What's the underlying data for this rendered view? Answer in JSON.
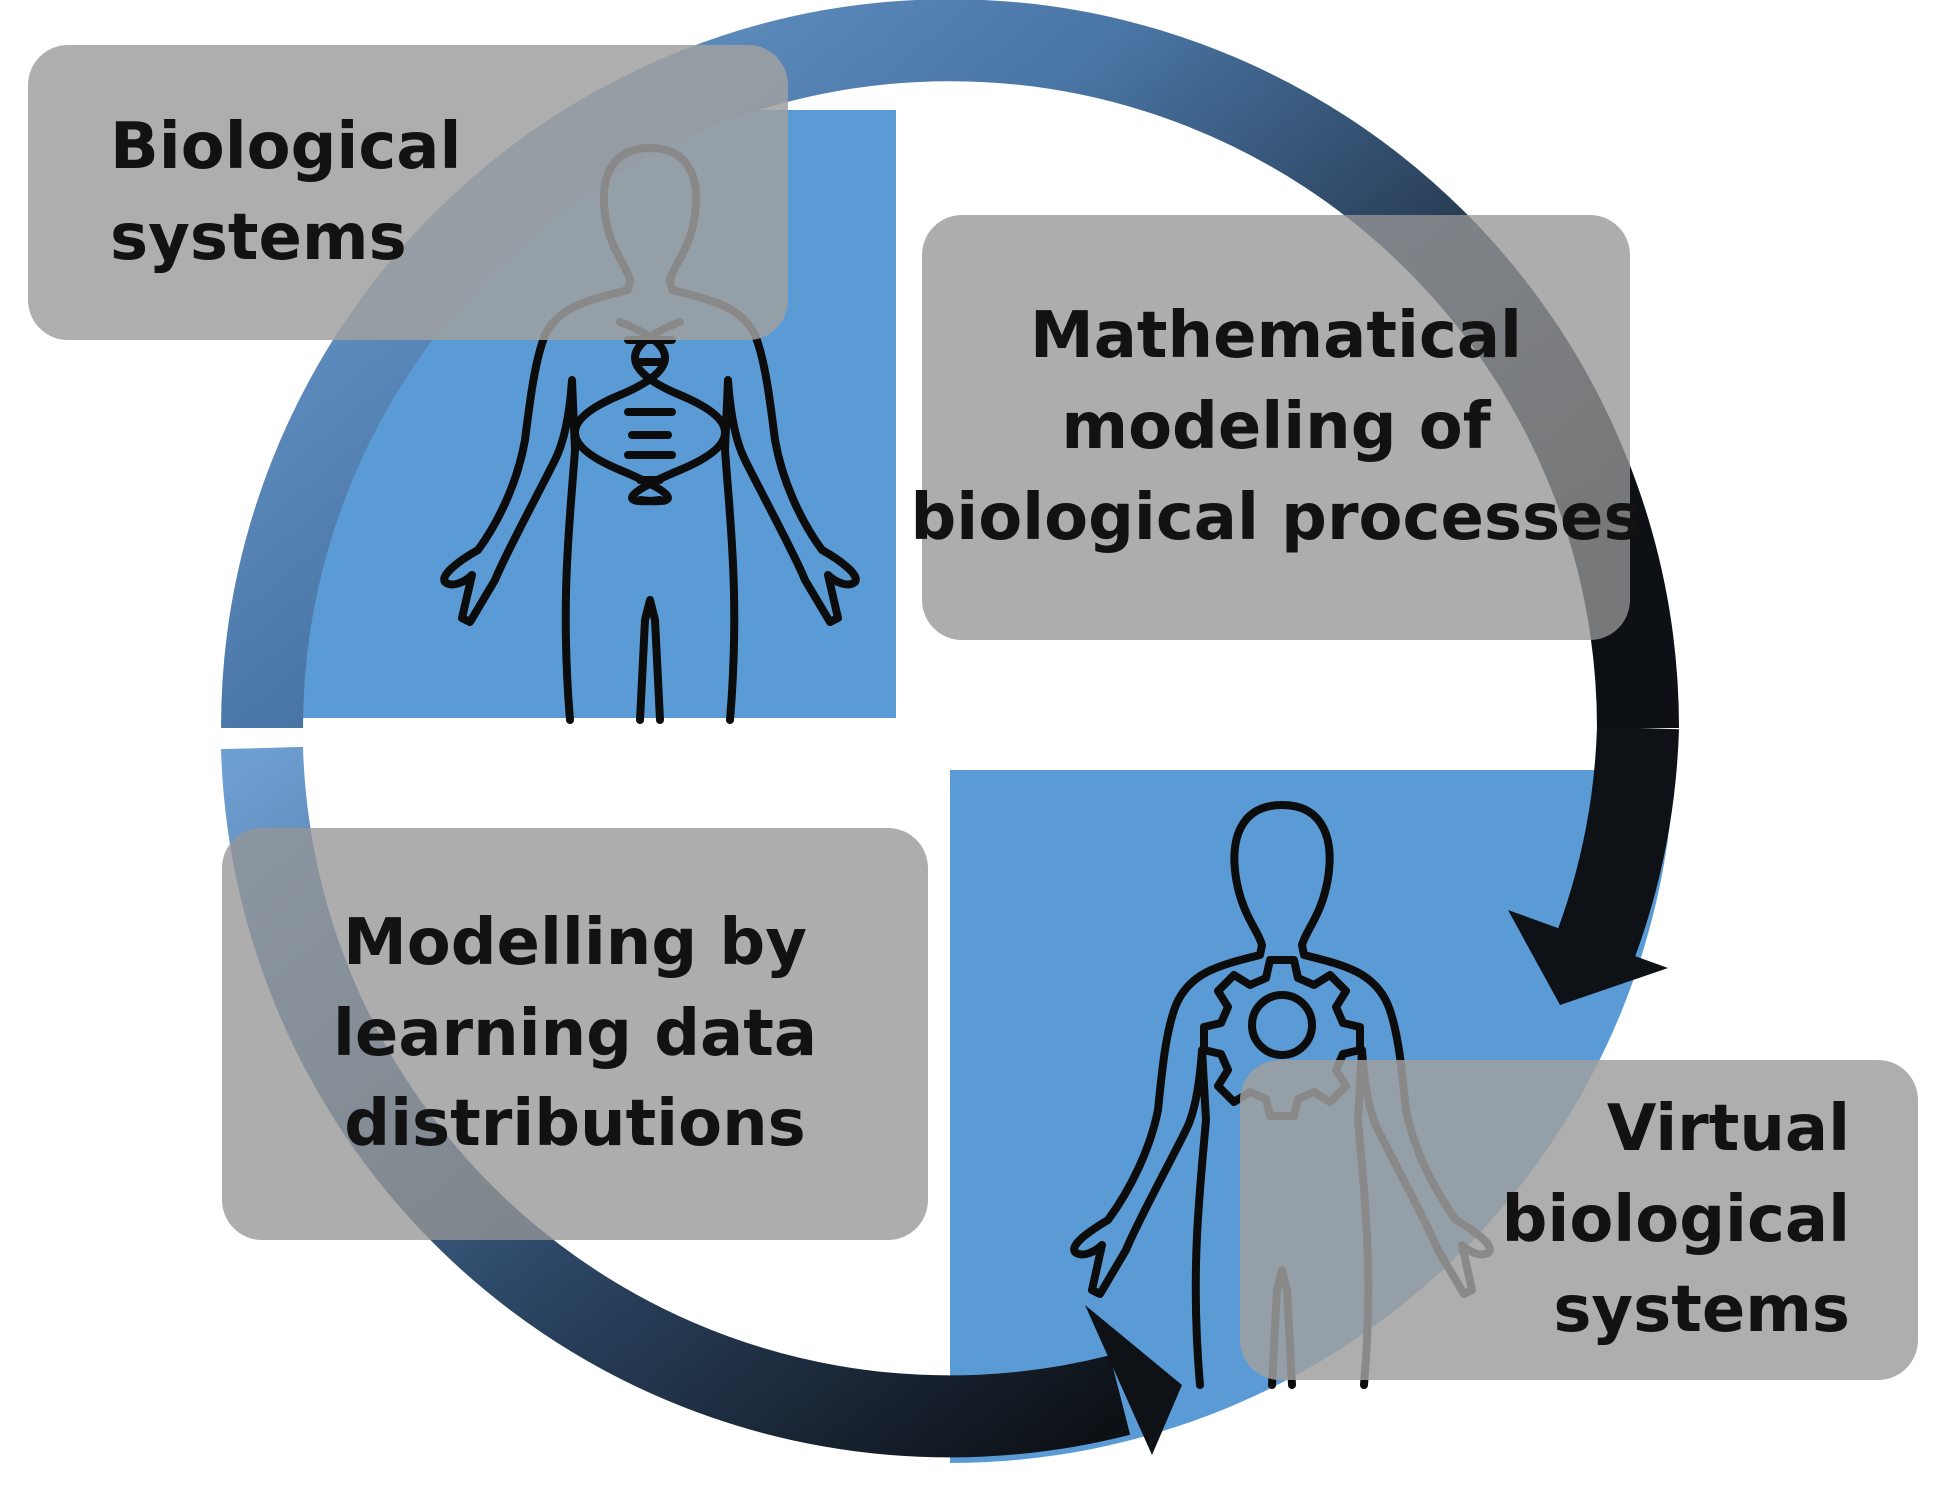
{
  "labels": {
    "biological_systems": [
      "Biological",
      "systems"
    ],
    "math_modeling": [
      "Mathematical",
      "modeling of",
      "biological processes"
    ],
    "modelling_learning": [
      "Modelling by",
      "learning data",
      "distributions"
    ],
    "virtual_systems": [
      "Virtual",
      "biological",
      "systems"
    ]
  },
  "colors": {
    "panel_blue": "#5b9bd5",
    "cycle_light": "#5b8fc4",
    "cycle_dark": "#0e1116",
    "box_grey": "#9a9a9a",
    "text": "#121212"
  },
  "icons": {
    "top_left_figure": "human-body-dna-icon",
    "bottom_right_figure": "human-body-gear-icon"
  }
}
